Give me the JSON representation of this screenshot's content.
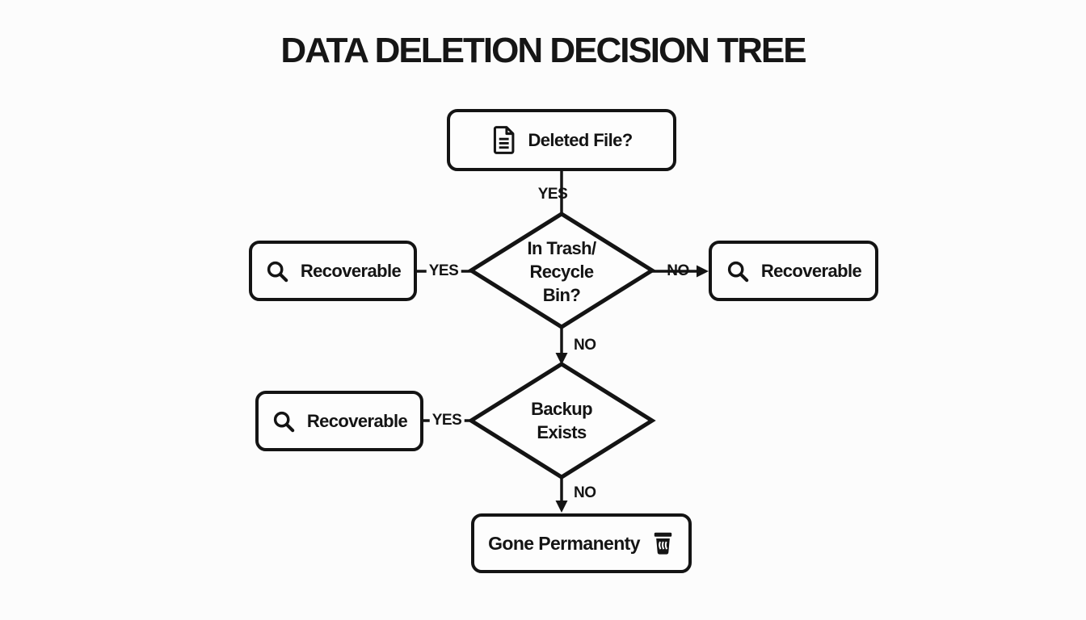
{
  "title": "DATA DELETION DECISION TREE",
  "colors": {
    "ink": "#141414",
    "background": "#fcfcfc",
    "node_fill": "#fdfdfd"
  },
  "nodes": {
    "deleted_file": {
      "label": "Deleted File?",
      "icon": "document-icon"
    },
    "in_trash": {
      "label": "In Trash/\nRecycle\nBin?"
    },
    "recoverable_trash": {
      "label": "Recoverable",
      "icon": "magnifier-icon"
    },
    "recoverable_no_trash": {
      "label": "Recoverable",
      "icon": "magnifier-icon"
    },
    "backup_exists": {
      "label": "Backup\nExists"
    },
    "recoverable_backup": {
      "label": "Recoverable",
      "icon": "magnifier-icon"
    },
    "gone_permanently": {
      "label": "Gone Permanenty",
      "icon": "trash-icon"
    }
  },
  "edge_labels": {
    "deleted_file_yes": "YES",
    "in_trash_yes": "YES",
    "in_trash_no": "NO",
    "in_trash_no_down": "NO",
    "backup_yes": "YES",
    "backup_no": "NO"
  }
}
